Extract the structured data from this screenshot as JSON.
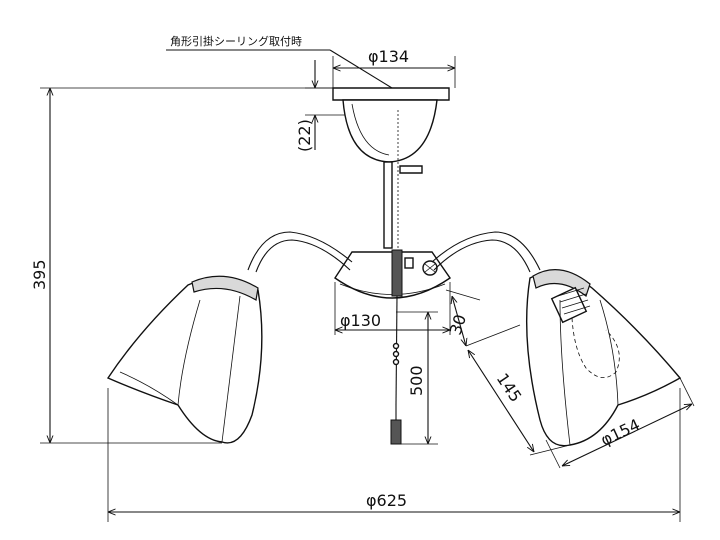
{
  "labels": {
    "mount_note": "角形引掛シーリング取付時",
    "canopy_dia": "φ134",
    "canopy_depth": "(22)",
    "total_height": "395",
    "body_dia": "φ130",
    "cord_length": "500",
    "offset_30": "30",
    "shade_depth": "145",
    "shade_dia": "φ154",
    "overall_dia": "φ625"
  }
}
